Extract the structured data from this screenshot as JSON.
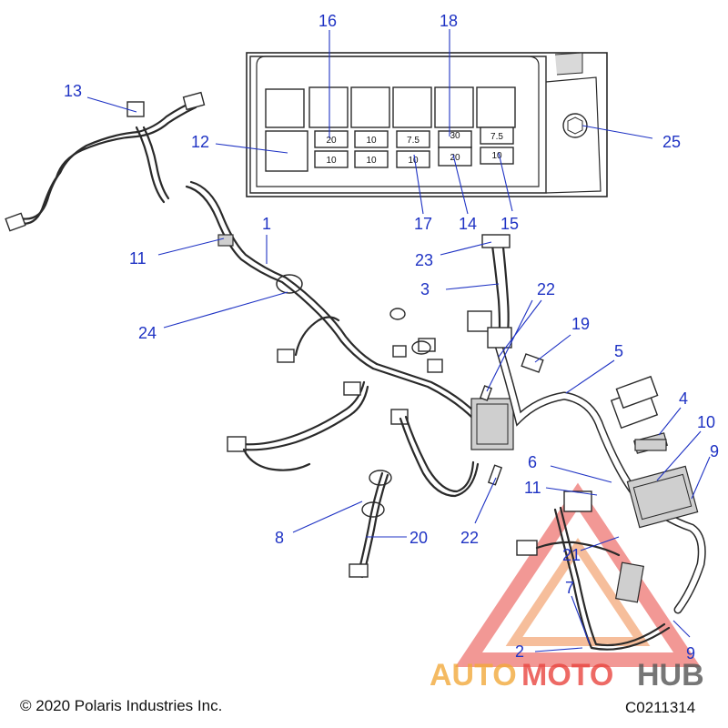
{
  "callouts": {
    "c1": "1",
    "c2": "2",
    "c3": "3",
    "c4": "4",
    "c5": "5",
    "c6": "6",
    "c7": "7",
    "c8": "8",
    "c9a": "9",
    "c9b": "9",
    "c10": "10",
    "c11a": "11",
    "c11b": "11",
    "c12": "12",
    "c13": "13",
    "c14": "14",
    "c15": "15",
    "c16": "16",
    "c17": "17",
    "c18": "18",
    "c19": "19",
    "c20": "20",
    "c21": "21",
    "c22a": "22",
    "c22b": "22",
    "c23": "23",
    "c24": "24",
    "c25": "25"
  },
  "fuse_box": {
    "top_row": [
      "20",
      "10",
      "7.5",
      "30",
      "7.5"
    ],
    "bottom_row": [
      "10",
      "10",
      "10",
      "20",
      "10"
    ]
  },
  "copyright": "© 2020 Polaris Industries Inc.",
  "part_code": "C0211314",
  "watermark": {
    "part1": "AUTO",
    "part2": "MOTO",
    "part3": "HUB",
    "colors": {
      "auto": "#f2a93b",
      "moto": "#e9453f",
      "hub": "#555555",
      "triangle": "#e9453f"
    }
  },
  "colors": {
    "callout": "#1f33c4",
    "line": "#2a2a2a"
  }
}
